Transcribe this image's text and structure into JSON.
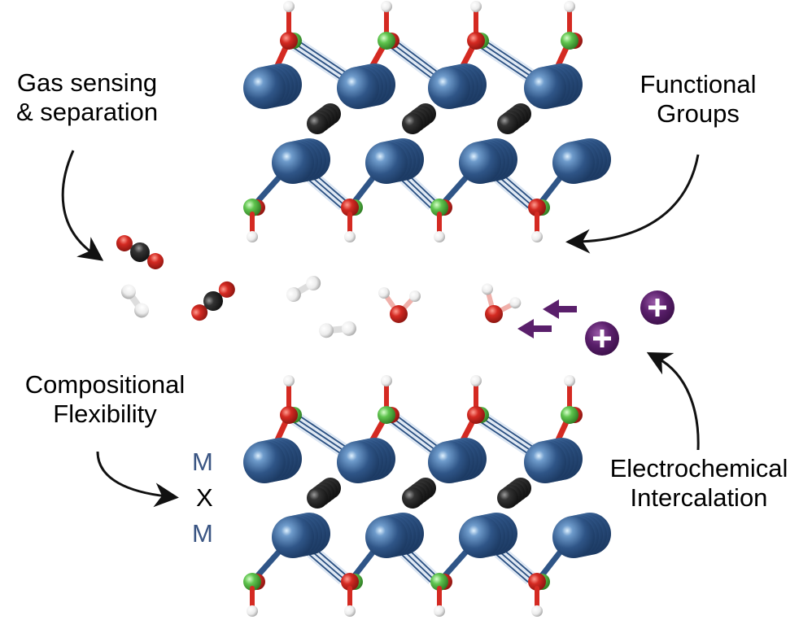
{
  "labels": {
    "gas_line1": "Gas sensing",
    "gas_line2": "& separation",
    "func_line1": "Functional",
    "func_line2": "Groups",
    "comp_line1": "Compositional",
    "comp_line2": "Flexibility",
    "electro_line1": "Electrochemical",
    "electro_line2": "Intercalation"
  },
  "layer_formula": {
    "top": "M",
    "middle": "X",
    "bottom": "M"
  },
  "ion_symbol": "+",
  "colors": {
    "metal": "#2f5587",
    "carbon": "#222222",
    "oxygen": "#d42a22",
    "fluorine": "#5fc44e",
    "hydrogen": "#f2f2f2",
    "ion": "#5a1f6b",
    "formula_m": "#3a5583",
    "arrow": "#111111"
  },
  "molecules": [
    "CO2",
    "H2",
    "CO2",
    "H2",
    "H2",
    "H2O",
    "H2O"
  ]
}
